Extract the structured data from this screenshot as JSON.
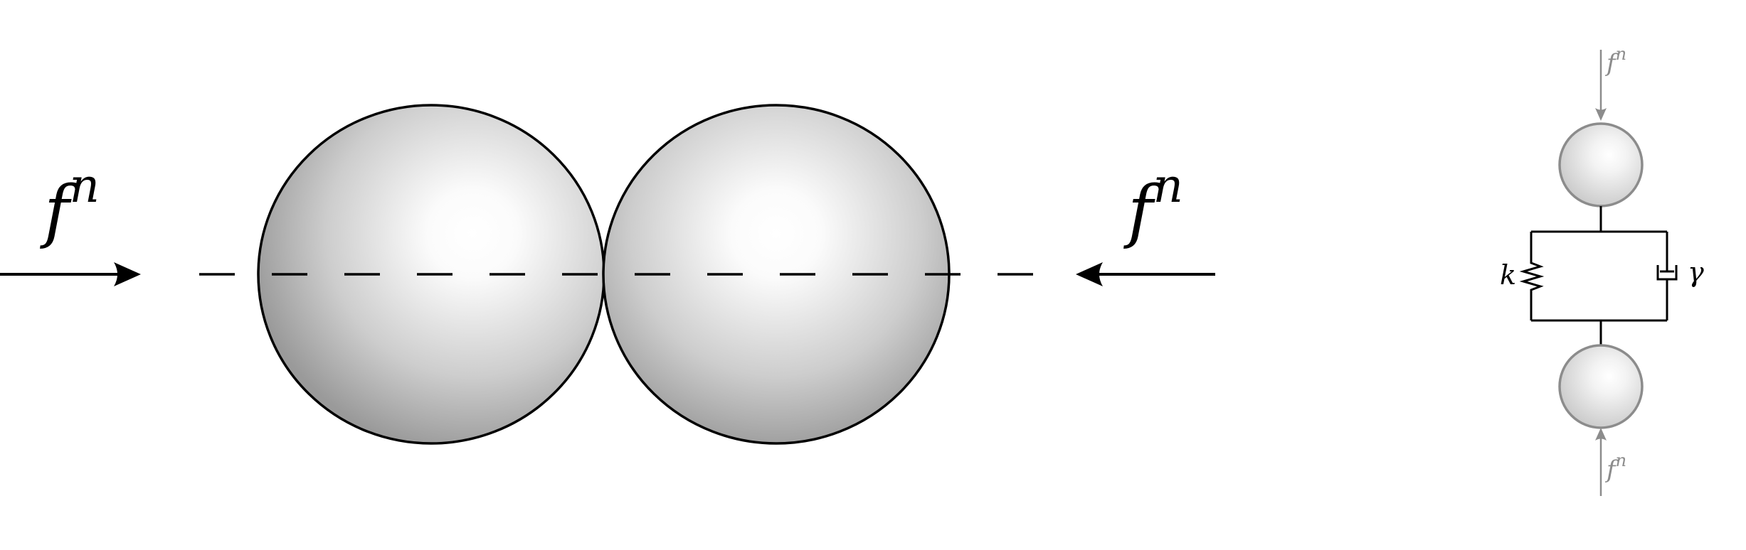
{
  "left_diagram": {
    "left_force": {
      "base": "f",
      "superscript": "n"
    },
    "right_force": {
      "base": "f",
      "superscript": "n"
    },
    "colors": {
      "stroke": "#000000",
      "sphere_light": "#ffffff",
      "sphere_dark": "#9a9a9a"
    }
  },
  "right_diagram": {
    "top_force": {
      "base": "f",
      "superscript": "n"
    },
    "bottom_force": {
      "base": "f",
      "superscript": "n"
    },
    "spring_label": "k",
    "damper_label": "γ",
    "colors": {
      "model_stroke": "#000000",
      "force_gray": "#8c8c8c",
      "sphere_edge": "#8c8c8c"
    }
  }
}
